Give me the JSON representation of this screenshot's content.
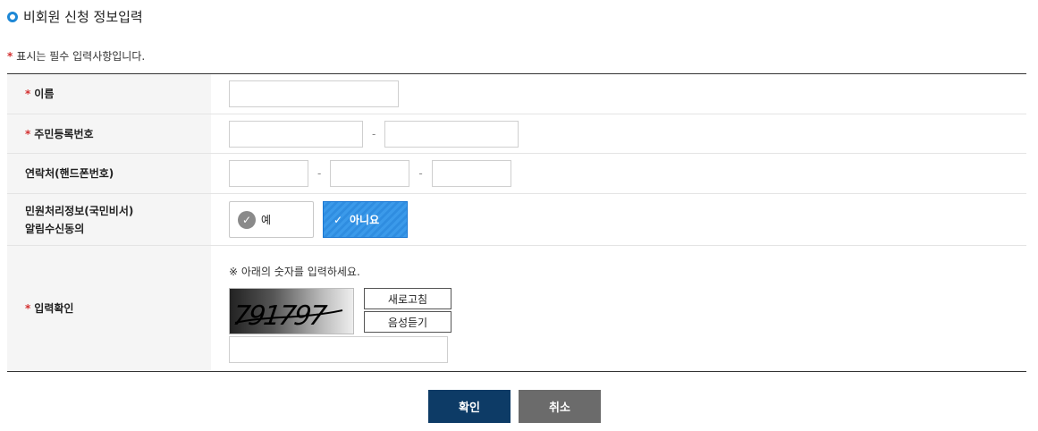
{
  "section_title": "비회원 신청 정보입력",
  "required_note": "표시는 필수 입력사항입니다.",
  "required_mark": "*",
  "fields": {
    "name": {
      "label": "이름"
    },
    "rrn": {
      "label": "주민등록번호",
      "separator": "-"
    },
    "phone": {
      "label": "연락처(핸드폰번호)",
      "separator": "-"
    },
    "consent": {
      "label_line1": "민원처리정보(국민비서)",
      "label_line2": "알림수신동의",
      "yes_label": "예",
      "no_label": "아니요",
      "selected": "아니요"
    },
    "captcha": {
      "label": "입력확인",
      "note": "※ 아래의 숫자를 입력하세요.",
      "image_text": "791797",
      "refresh_label": "새로고침",
      "audio_label": "음성듣기"
    }
  },
  "buttons": {
    "confirm": "확인",
    "cancel": "취소"
  },
  "colors": {
    "accent": "#1e88d6",
    "required": "#d32f2f",
    "confirm_bg": "#0d3b66",
    "cancel_bg": "#6b6b6b",
    "selected_bg": "#3b9aea"
  }
}
